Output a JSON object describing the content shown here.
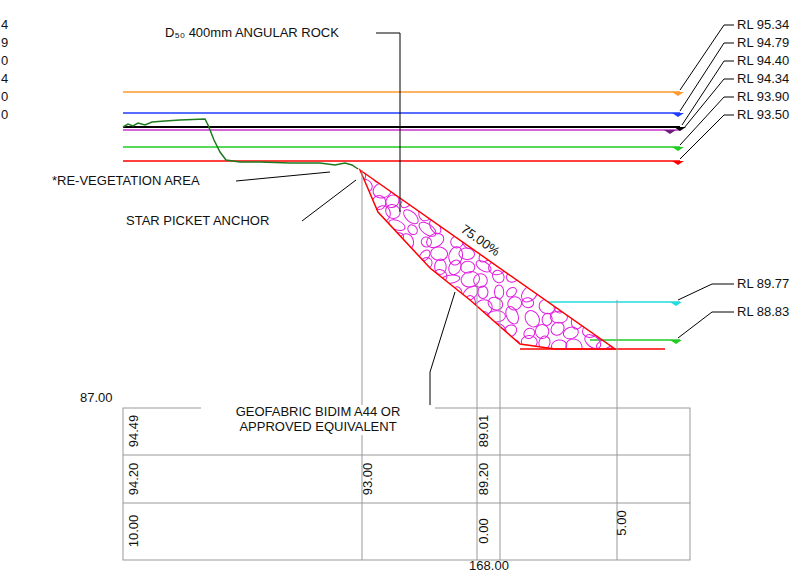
{
  "diagram": {
    "labels": [
      "4",
      "9",
      "0",
      "4",
      "0",
      "0",
      "D₅₀ 400mm ANGULAR ROCK",
      "RL 95.34",
      "RL 94.79",
      "RL 94.40",
      "RL 94.34",
      "RL 93.90",
      "RL 93.50",
      "RL 89.77",
      "RL 88.83",
      "*RE-VEGETATION AREA",
      "STAR PICKET ANCHOR",
      "75.00%",
      "GEOFABRIC BIDIM A44 OR APPROVED EQUIVALENT",
      "87.00",
      "94.49",
      "94.20",
      "10.00",
      "93.00",
      "89.01",
      "89.20",
      "0.00",
      "5.00",
      "168.00"
    ]
  }
}
